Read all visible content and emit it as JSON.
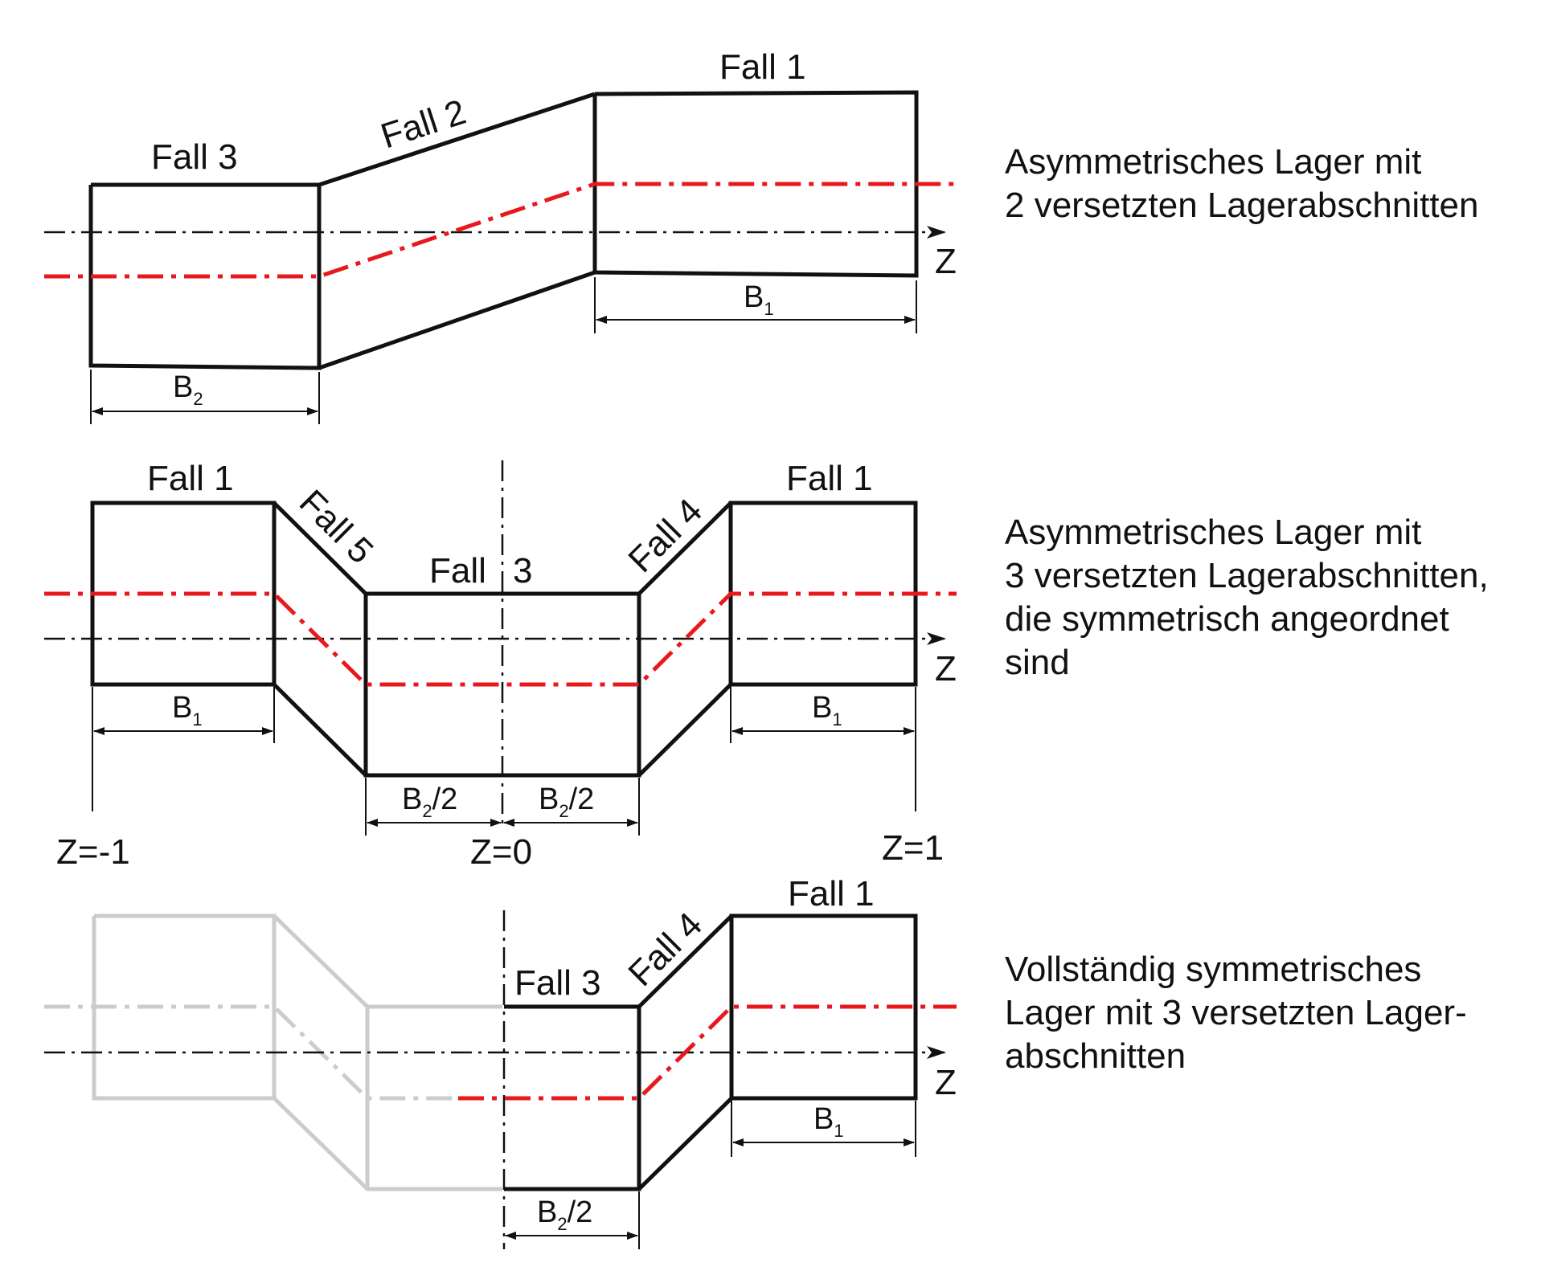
{
  "colors": {
    "outline": "#111111",
    "shaft_axis": "#e8191e",
    "hidden_half": "#cccccc",
    "background": "#ffffff"
  },
  "row1": {
    "fall3": "Fall 3",
    "fall2": "Fall 2",
    "fall1": "Fall 1",
    "axis_label": "Z",
    "dim_b1": {
      "base": "B",
      "sub": "1",
      "rest": ""
    },
    "dim_b2": {
      "base": "B",
      "sub": "2",
      "rest": ""
    },
    "description": [
      "Asymmetrisches Lager mit",
      "2 versetzten Lagerabschnitten"
    ]
  },
  "row2": {
    "fall1_left": "Fall 1",
    "fall5": "Fall 5",
    "fall3_a": "Fall",
    "fall3_b": "3",
    "fall4": "Fall 4",
    "fall1_right": "Fall 1",
    "axis_label": "Z",
    "dim_b1_left": {
      "base": "B",
      "sub": "1",
      "rest": ""
    },
    "dim_b1_right": {
      "base": "B",
      "sub": "1",
      "rest": ""
    },
    "dim_b2_left": {
      "base": "B",
      "sub": "2",
      "rest": "/2"
    },
    "dim_b2_right": {
      "base": "B",
      "sub": "2",
      "rest": "/2"
    },
    "z_left": "Z=-1",
    "z_center": "Z=0",
    "z_right": "Z=1",
    "description": [
      "Asymmetrisches Lager mit",
      "3 versetzten Lagerabschnitten,",
      "die symmetrisch angeordnet",
      "sind"
    ]
  },
  "row3": {
    "fall3": "Fall 3",
    "fall4": "Fall 4",
    "fall1": "Fall 1",
    "axis_label": "Z",
    "dim_b1": {
      "base": "B",
      "sub": "1",
      "rest": ""
    },
    "dim_b2": {
      "base": "B",
      "sub": "2",
      "rest": "/2"
    },
    "description": [
      "Vollständig symmetrisches",
      "Lager mit 3 versetzten Lager-",
      "abschnitten"
    ]
  }
}
